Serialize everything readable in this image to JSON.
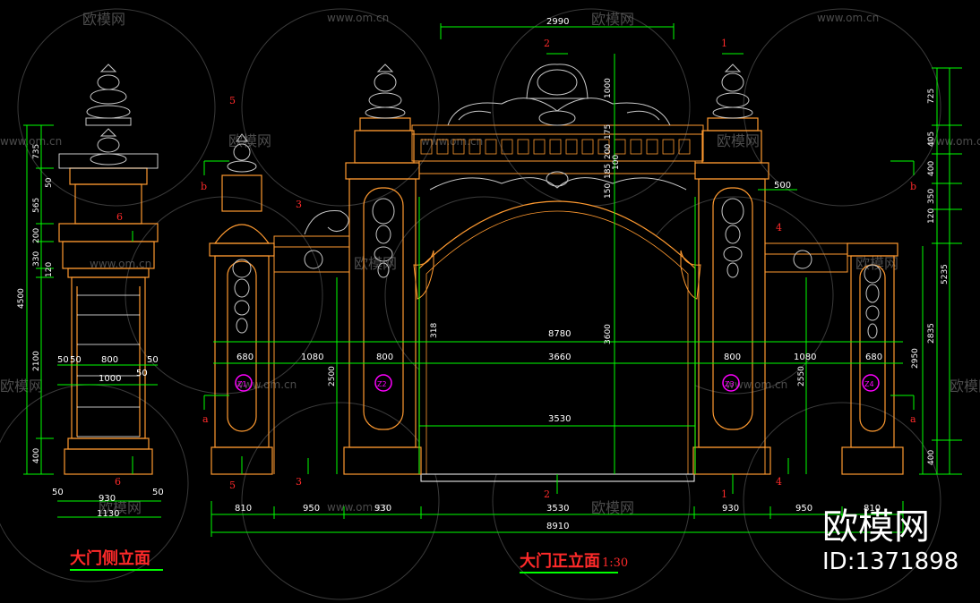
{
  "watermark": {
    "brand": "欧模网",
    "site": "www.om.cn"
  },
  "side_view": {
    "title": "大门侧立面",
    "vertical_dims": [
      "735",
      "565",
      "200",
      "330",
      "120",
      "2100",
      "400",
      "4500",
      "50"
    ],
    "horizontal_dims": [
      "50",
      "50",
      "800",
      "50",
      "1000",
      "50",
      "50",
      "930",
      "50",
      "1130"
    ],
    "section_marks": [
      "6",
      "6"
    ]
  },
  "front_view": {
    "title": "大门正立面",
    "scale": "1:30",
    "top_dims": [
      "2990",
      "500"
    ],
    "mid_dims": [
      "8780",
      "680",
      "1080",
      "800",
      "3660",
      "800",
      "1080",
      "680",
      "3530"
    ],
    "bottom_dims": [
      "810",
      "950",
      "930",
      "3530",
      "930",
      "950",
      "810",
      "8910"
    ],
    "vertical_dims_center": [
      "1000",
      "175",
      "200",
      "100",
      "185",
      "150",
      "3600"
    ],
    "vertical_dims_sides": [
      "2500",
      "2550",
      "2950",
      "318"
    ],
    "right_dims": [
      "725",
      "405",
      "400",
      "350",
      "120",
      "5235",
      "2835",
      "400"
    ],
    "section_marks": [
      "1",
      "1",
      "2",
      "2",
      "3",
      "3",
      "4",
      "4",
      "5",
      "5"
    ],
    "view_marks": [
      "a",
      "a",
      "b",
      "b"
    ],
    "pillar_tags": [
      "Z1",
      "Z2",
      "Z3",
      "Z4"
    ]
  },
  "brand_overlay": {
    "name": "欧模网",
    "id": "ID:1371898"
  },
  "colors": {
    "outline": "#ff9a30",
    "dim_line": "#00ff00",
    "ornament": "#c8c8c8",
    "mark": "#ff2a2a",
    "tag": "#ff00ff"
  }
}
